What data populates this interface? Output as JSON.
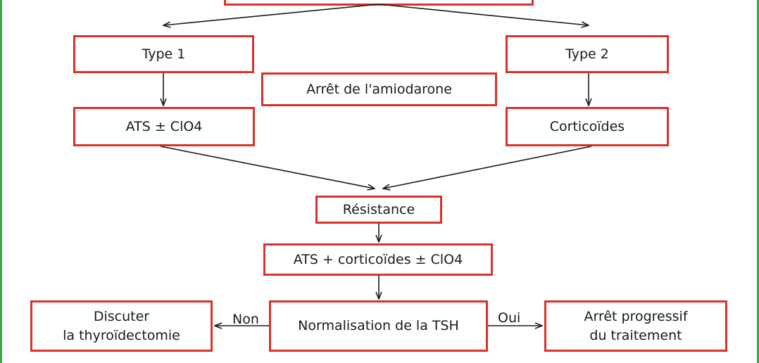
{
  "colors": {
    "box_border": "#d9322a",
    "frame": "#3aa645",
    "arrow": "#1a1a1a"
  },
  "nodes": {
    "type1": "Type 1",
    "type2": "Type 2",
    "arret_amiodarone": "Arrêt de l'amiodarone",
    "ats_clo4": "ATS ± ClO4",
    "corticoides": "Corticoïdes",
    "resistance": "Résistance",
    "ats_cortico_clo4": "ATS + corticoïdes ± ClO4",
    "normalisation_tsh": "Normalisation de la TSH",
    "discuter": [
      "Discuter",
      "la thyroïdectomie"
    ],
    "arret_progressif": [
      "Arrêt progressif",
      "du traitement"
    ]
  },
  "edge_labels": {
    "non": "Non",
    "oui": "Oui"
  }
}
